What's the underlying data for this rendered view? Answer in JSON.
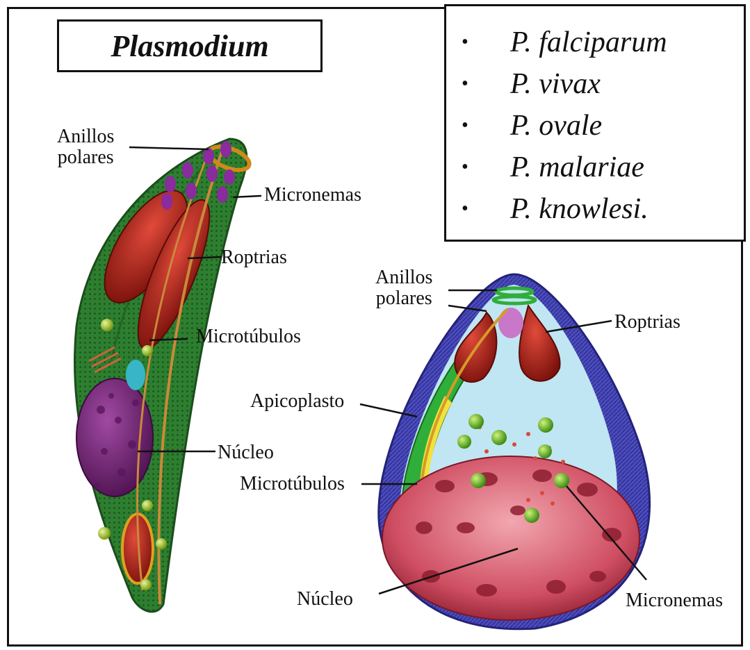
{
  "title": "Plasmodium",
  "species": [
    "P. falciparum",
    "P. vivax",
    "P. ovale",
    "P. malariae",
    "P. knowlesi."
  ],
  "left_labels": {
    "anillos_line1": "Anillos",
    "anillos_line2": "polares",
    "micronemas": "Micronemas",
    "roptrias": "Roptrias",
    "microtubulos": "Microtúbulos",
    "nucleo": "Núcleo"
  },
  "right_labels": {
    "anillos_line1": "Anillos",
    "anillos_line2": "polares",
    "roptrias": "Roptrias",
    "apicoplasto": "Apicoplasto",
    "microtubulos": "Microtúbulos",
    "nucleo": "Núcleo",
    "micronemas": "Micronemas"
  },
  "colors": {
    "cell_green": "#2e7d32",
    "nucleus_purple": "#7b2a7e",
    "rhoptry_red": "#b3261e",
    "merozoite_blue": "#4a4ab8",
    "cytoplasm_blue": "#bfe6f2",
    "nucleus_pink": "#d9576a"
  }
}
